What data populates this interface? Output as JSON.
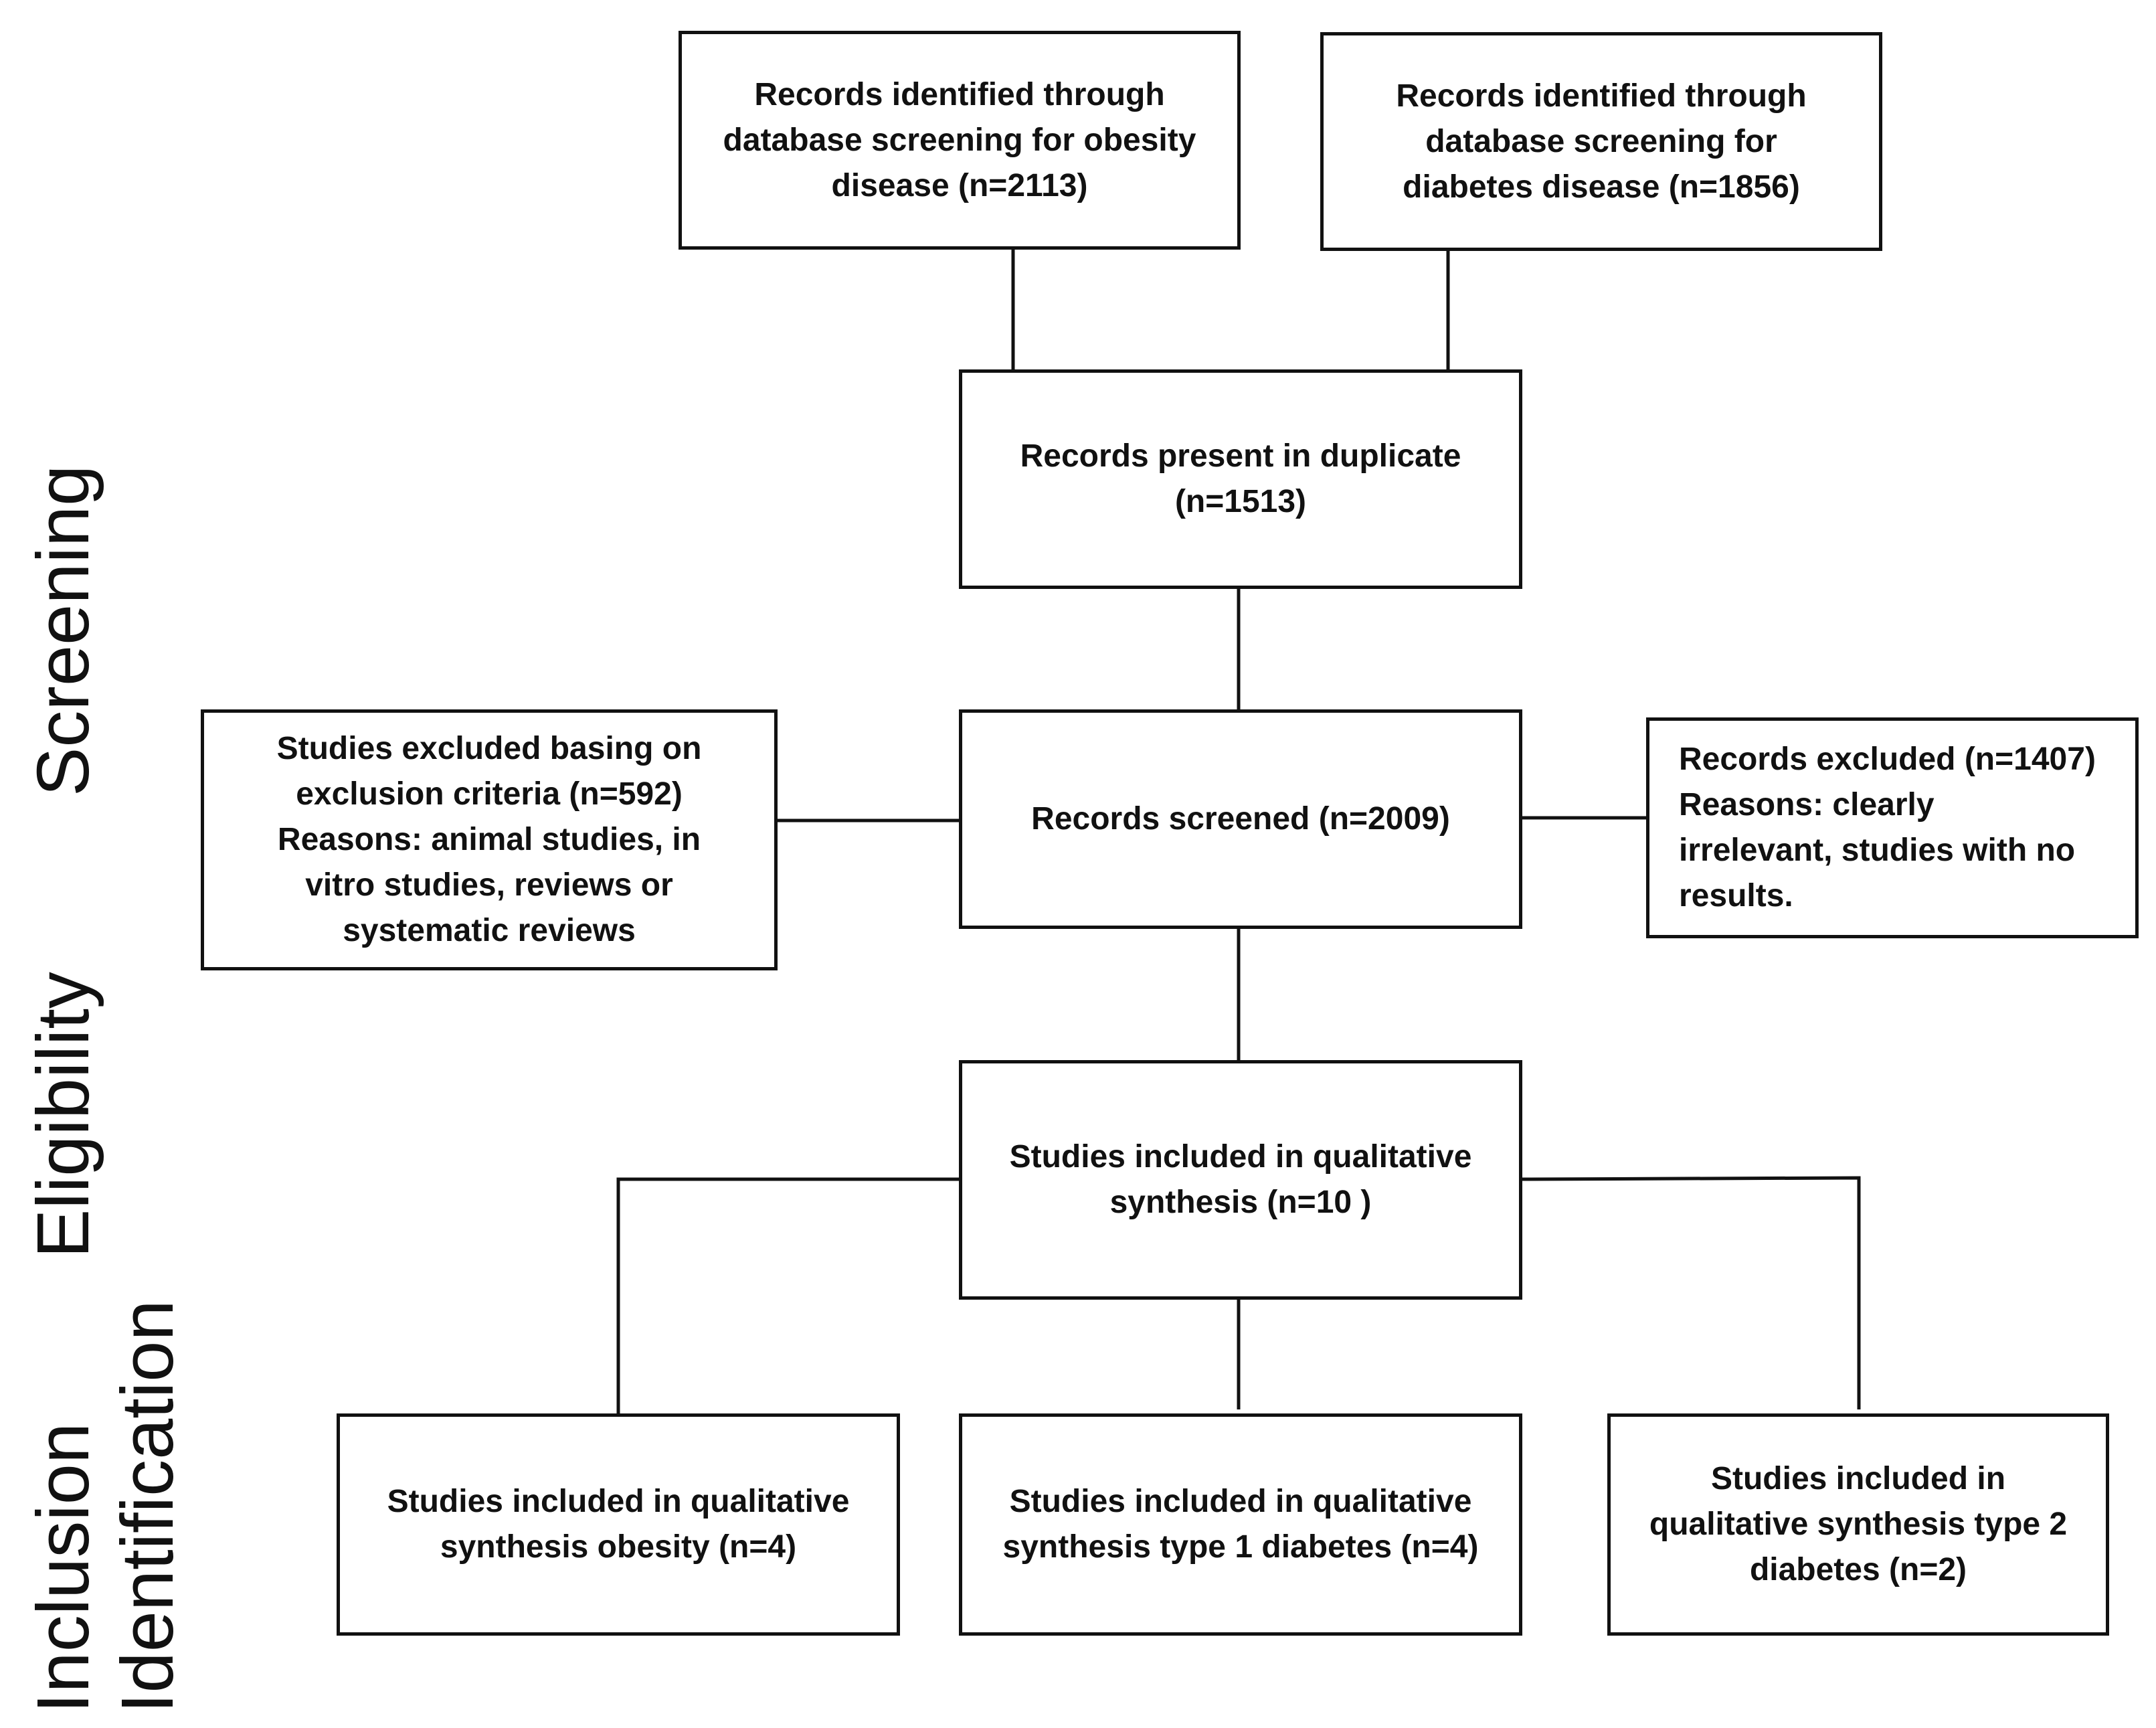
{
  "stage_labels": {
    "screening": "Screening",
    "eligibility": "Eligibility",
    "inclusion": "Inclusion",
    "identification": "Identification"
  },
  "boxes": {
    "obesity_records": "Records identified through\ndatabase screening for obesity\ndisease (n=2113)",
    "diabetes_records": "Records identified through\ndatabase screening for\ndiabetes disease (n=1856)",
    "duplicates": "Records present in duplicate\n(n=1513)",
    "excluded_criteria": "Studies excluded basing on\nexclusion criteria (n=592)\nReasons: animal studies, in\nvitro studies, reviews or\nsystematic reviews",
    "screened": "Records screened (n=2009)",
    "records_excluded": "Records excluded (n=1407)\nReasons: clearly\nirrelevant, studies with no\nresults.",
    "qualitative": "Studies included in qualitative\nsynthesis (n=10 )",
    "obesity_included": "Studies included in qualitative\nsynthesis obesity (n=4)",
    "type1_included": "Studies included in qualitative\nsynthesis type 1 diabetes (n=4)",
    "type2_included": "Studies included in\nqualitative synthesis type 2\ndiabetes (n=2)"
  },
  "colors": {
    "stroke": "#111111",
    "background": "#ffffff"
  }
}
